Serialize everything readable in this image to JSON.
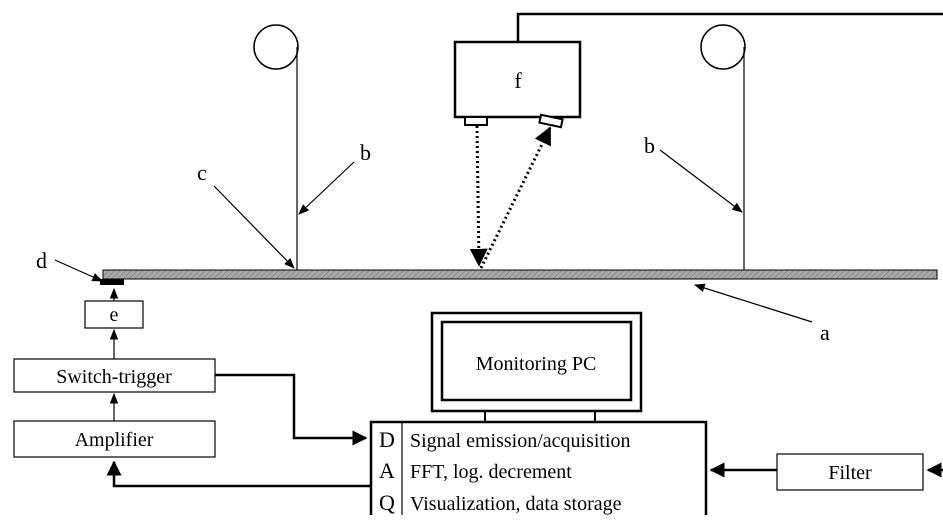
{
  "labels": {
    "a": "a",
    "b_left": "b",
    "b_right": "b",
    "c": "c",
    "d": "d",
    "e": "e",
    "f": "f"
  },
  "boxes": {
    "switch_trigger": "Switch-trigger",
    "amplifier": "Amplifier",
    "filter": "Filter",
    "monitor": "Monitoring PC"
  },
  "daq": {
    "letters": [
      "D",
      "A",
      "Q"
    ],
    "lines": [
      "Signal emission/acquisition",
      "FFT, log. decrement",
      "Visualization, data storage"
    ]
  },
  "colors": {
    "line": "#000000",
    "beam_fill": "#9a9a9a",
    "background": "#ffffff"
  }
}
